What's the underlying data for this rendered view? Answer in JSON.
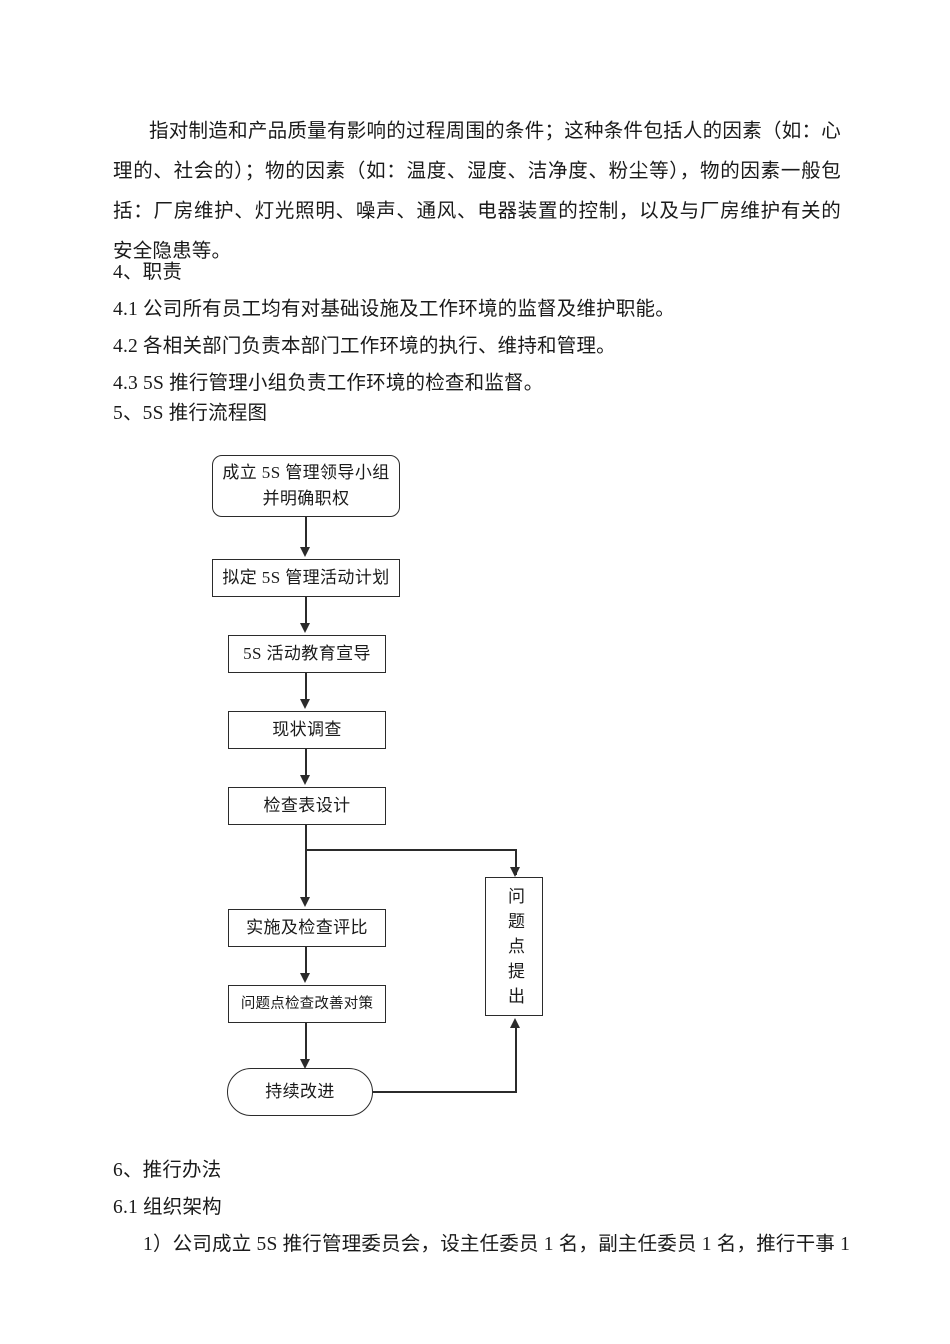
{
  "document": {
    "body_paragraph": "指对制造和产品质量有影响的过程周围的条件；这种条件包括人的因素（如：心理的、社会的）；物的因素（如：温度、湿度、洁净度、粉尘等），物的因素一般包括：厂房维护、灯光照明、噪声、通风、电器装置的控制，以及与厂房维护有关的安全隐患等。",
    "sections": [
      {
        "id": "sec-4",
        "text": "4、职责"
      },
      {
        "id": "sec-4-1",
        "text": "4.1 公司所有员工均有对基础设施及工作环境的监督及维护职能。"
      },
      {
        "id": "sec-4-2",
        "text": "4.2 各相关部门负责本部门工作环境的执行、维持和管理。"
      },
      {
        "id": "sec-4-3",
        "text": "4.3 5S 推行管理小组负责工作环境的检查和监督。"
      },
      {
        "id": "sec-5",
        "text": "5、5S 推行流程图"
      }
    ],
    "sections_after": [
      {
        "id": "sec-6",
        "text": "6、推行办法"
      },
      {
        "id": "sec-6-1",
        "text": "6.1 组织架构"
      },
      {
        "id": "sec-6-1-1",
        "text": "1）公司成立 5S 推行管理委员会，设主任委员 1 名，副主任委员 1 名，推行干事 1"
      }
    ]
  },
  "flowchart": {
    "title": "5S 推行流程图",
    "nodes": [
      {
        "id": "node-1",
        "label": "成立 5S 管理领导小组\n并明确职权",
        "shape": "rounded-rect"
      },
      {
        "id": "node-2",
        "label": "拟定 5S 管理活动计划",
        "shape": "rect"
      },
      {
        "id": "node-3",
        "label": "5S 活动教育宣导",
        "shape": "rect"
      },
      {
        "id": "node-4",
        "label": "现状调查",
        "shape": "rect"
      },
      {
        "id": "node-5",
        "label": "检查表设计",
        "shape": "rect"
      },
      {
        "id": "node-6",
        "label": "实施及检查评比",
        "shape": "rect"
      },
      {
        "id": "node-7",
        "label": "问题点检查改善对策",
        "shape": "rect"
      },
      {
        "id": "node-8",
        "label": "持续改进",
        "shape": "stadium"
      },
      {
        "id": "node-9",
        "label": "问题点提出",
        "shape": "rect-vertical"
      }
    ]
  },
  "colors": {
    "page_background": "#ffffff",
    "text": "#1a1a1a",
    "stroke": "#2b2b2b"
  }
}
